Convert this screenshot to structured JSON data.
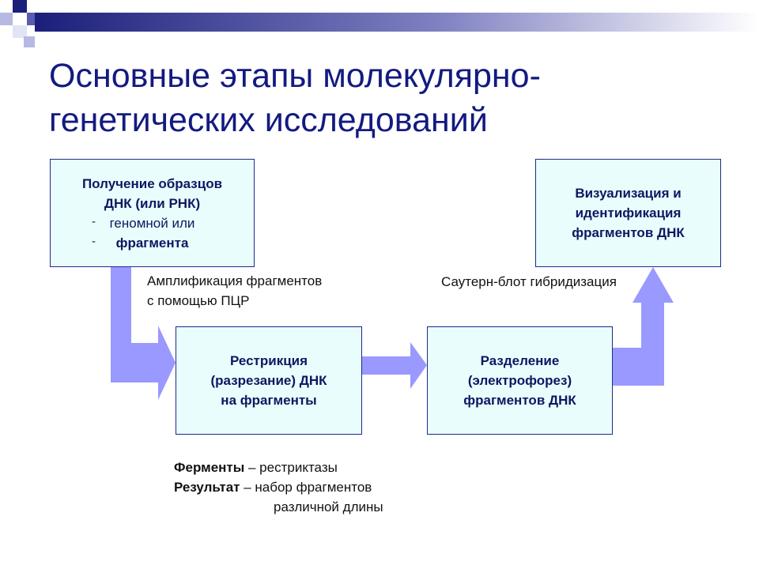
{
  "slide": {
    "title_line1": "Основные этапы молекулярно-",
    "title_line2": "генетических исследований"
  },
  "boxes": {
    "sample": {
      "line1": "Получение образцов",
      "line2": "ДНК (или РНК)",
      "items": [
        {
          "dash": "-",
          "text": "геномной или"
        },
        {
          "dash": "-",
          "text": "фрагмента"
        }
      ]
    },
    "restriction": {
      "line1": "Рестрикция",
      "line2": "(разрезание) ДНК",
      "line3": "на фрагменты"
    },
    "separation": {
      "line1": "Разделение",
      "line2": "(электрофорез)",
      "line3": "фрагментов ДНК"
    },
    "visualization": {
      "line1": "Визуализация и",
      "line2": "идентификация",
      "line3": "фрагментов ДНК"
    }
  },
  "labels": {
    "amplification_line1": "Амплификация фрагментов",
    "amplification_line2": "с помощью ПЦР",
    "southern": "Саутерн-блот гибридизация"
  },
  "notes": {
    "enzymes_term": "Ферменты",
    "enzymes_text": " – рестриктазы",
    "result_term": "Результат",
    "result_text": " – набор фрагментов",
    "result_text2": "различной длины"
  },
  "colors": {
    "title": "#131a80",
    "box_fill": "#e9fdfd",
    "box_border": "#1f2a8c",
    "arrow_fill": "#9999ff",
    "topbar_dark": "#1c1f7a"
  }
}
